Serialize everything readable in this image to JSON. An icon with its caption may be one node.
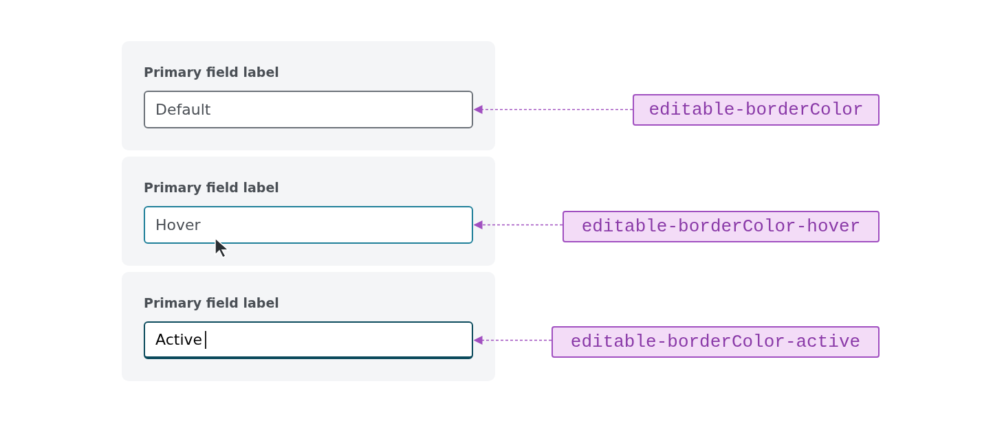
{
  "diagram": {
    "nodes": [
      {
        "text": [
          "Primary field label"
        ]
      },
      {
        "text": [
          "Default"
        ],
        "in": 0
      },
      {
        "text": [
          "Primary field label"
        ]
      },
      {
        "text": [
          "Hover"
        ],
        "in": 2
      },
      {
        "text": [
          "Primary field label"
        ]
      },
      {
        "text": [
          "Active"
        ],
        "in": 4
      },
      {
        "text": [
          "editable-borderColor"
        ]
      },
      {
        "text": [
          "editable-borderColor-hover"
        ]
      },
      {
        "text": [
          "editable-borderColor-active"
        ]
      }
    ],
    "edges": [
      {
        "from": 6,
        "to": 1,
        "arrow": "to",
        "style": "dashed"
      },
      {
        "from": 7,
        "to": 3,
        "arrow": "to",
        "style": "dashed"
      },
      {
        "from": 8,
        "to": 5,
        "arrow": "to",
        "style": "dashed"
      }
    ]
  }
}
